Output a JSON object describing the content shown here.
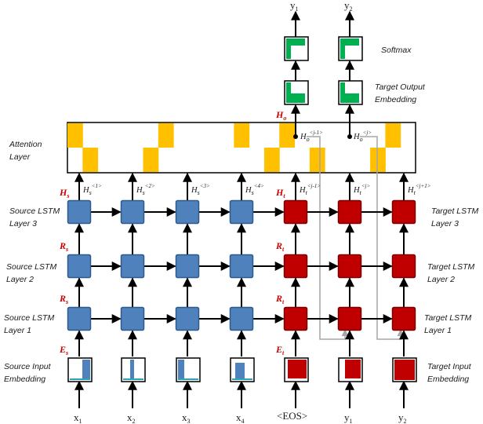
{
  "labels": {
    "softmax": "Softmax",
    "target_output_embedding": [
      "Target Output",
      "Embedding"
    ],
    "attention_layer": [
      "Attention",
      "Layer"
    ],
    "source_lstm_3": [
      "Source LSTM",
      "Layer 3"
    ],
    "source_lstm_2": [
      "Source LSTM",
      "Layer 2"
    ],
    "source_lstm_1": [
      "Source LSTM",
      "Layer 1"
    ],
    "source_input_embedding": [
      "Source Input",
      "Embedding"
    ],
    "target_lstm_3": [
      "Target LSTM",
      "Layer 3"
    ],
    "target_lstm_2": [
      "Target LSTM",
      "Layer 2"
    ],
    "target_lstm_1": [
      "Target LSTM",
      "Layer 1"
    ],
    "target_input_embedding": [
      "Target Input",
      "Embedding"
    ]
  },
  "symbols": {
    "H_o": {
      "base": "H",
      "sub": "o"
    },
    "H_s": {
      "base": "H",
      "sub": "s"
    },
    "H_t": {
      "base": "H",
      "sub": "t"
    },
    "R_s": {
      "base": "R",
      "sub": "s"
    },
    "R_t": {
      "base": "R",
      "sub": "t"
    },
    "E_s": {
      "base": "E",
      "sub": "s"
    },
    "E_t": {
      "base": "E",
      "sub": "t"
    }
  },
  "state_labels": {
    "source": [
      {
        "base": "H",
        "sub": "s",
        "sup": "<1>"
      },
      {
        "base": "H",
        "sub": "s",
        "sup": "<2>"
      },
      {
        "base": "H",
        "sub": "s",
        "sup": "<3>"
      },
      {
        "base": "H",
        "sub": "s",
        "sup": "<4>"
      }
    ],
    "target": [
      {
        "base": "H",
        "sub": "t",
        "sup": "<j-1>"
      },
      {
        "base": "H",
        "sub": "t",
        "sup": "<j>"
      },
      {
        "base": "H",
        "sub": "t",
        "sup": "<j+1>"
      }
    ],
    "attention_out": [
      {
        "base": "H",
        "sub": "o",
        "sup": "<j-1>"
      },
      {
        "base": "H",
        "sub": "o",
        "sup": "<j>"
      }
    ]
  },
  "inputs": {
    "source": [
      {
        "base": "x",
        "sub": "1"
      },
      {
        "base": "x",
        "sub": "2"
      },
      {
        "base": "x",
        "sub": "3"
      },
      {
        "base": "x",
        "sub": "4"
      }
    ],
    "target": [
      {
        "base": "<EOS>",
        "sub": ""
      },
      {
        "base": "y",
        "sub": "1"
      },
      {
        "base": "y",
        "sub": "2"
      }
    ]
  },
  "outputs": [
    {
      "base": "y",
      "sub": "1"
    },
    {
      "base": "y",
      "sub": "2"
    }
  ],
  "colors": {
    "source_node": "#4f81bd",
    "source_node_border": "#2e5a8a",
    "target_node": "#c00000",
    "target_node_border": "#7a0000",
    "attention_cell": "#ffc000",
    "softmax_fill": "#00b050",
    "symbol_text": "#cc0000",
    "arrow": "#000000",
    "feedback_line": "#a6a6a6"
  },
  "attention_pattern": {
    "top_row": [
      1,
      0,
      0,
      0,
      0,
      0,
      1,
      0,
      0,
      0,
      0,
      1,
      0,
      0,
      1,
      0,
      0,
      0,
      0,
      0,
      0,
      1,
      0
    ],
    "bottom_row": [
      0,
      1,
      0,
      0,
      0,
      1,
      0,
      0,
      0,
      0,
      0,
      0,
      0,
      1,
      0,
      0,
      1,
      0,
      0,
      0,
      1,
      0,
      0
    ]
  }
}
